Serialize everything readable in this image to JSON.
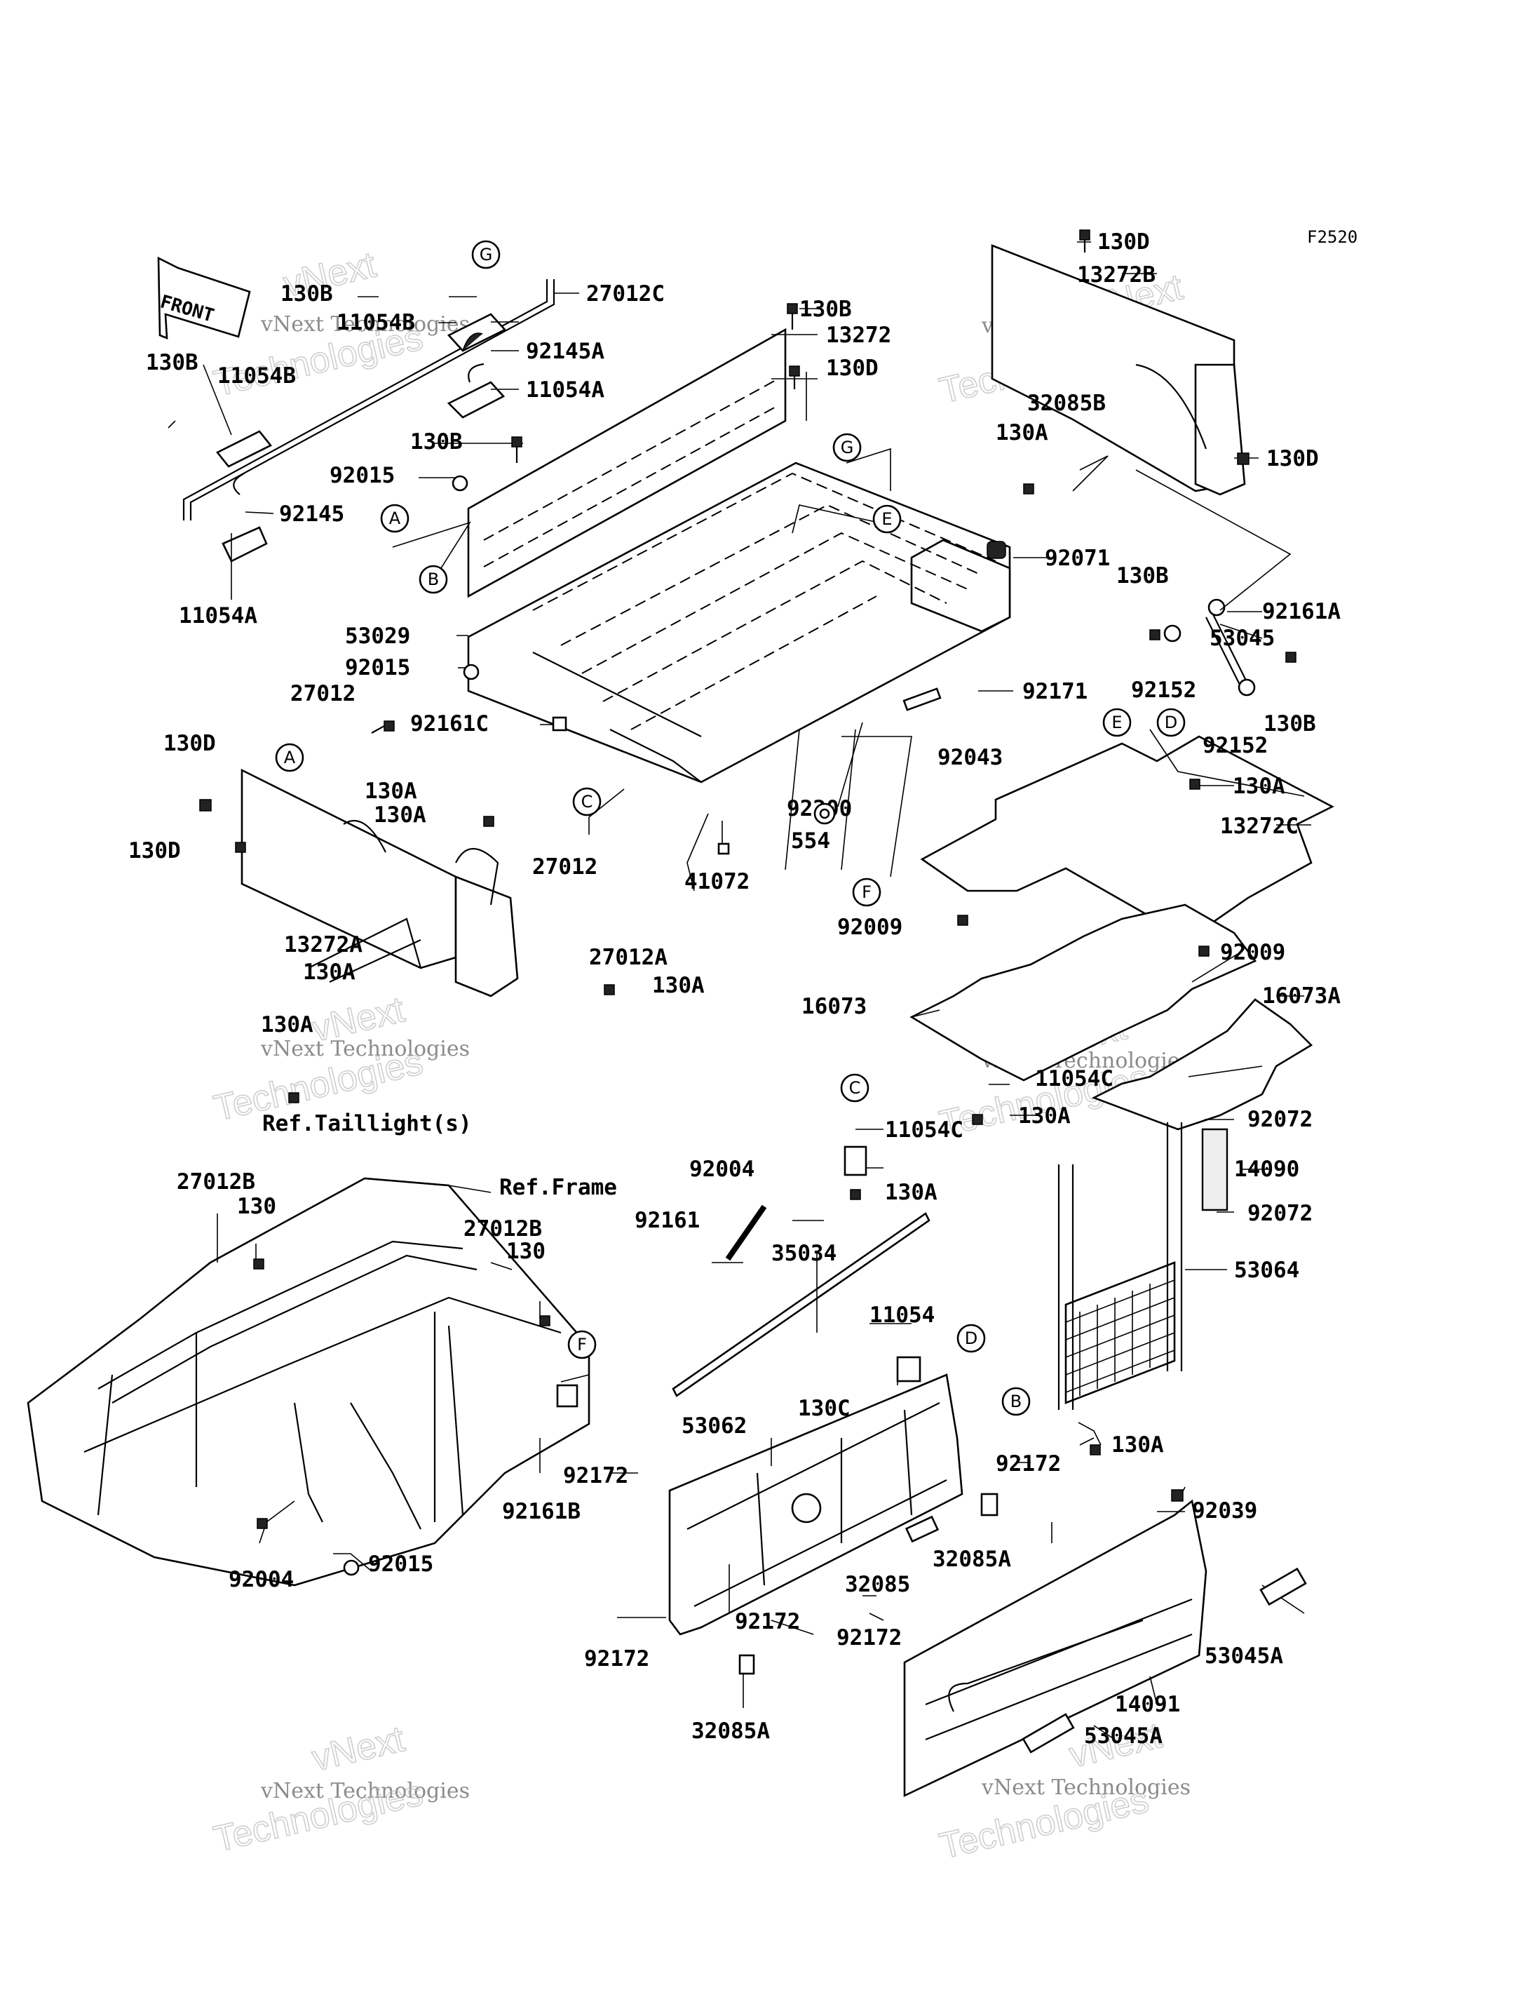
{
  "diagram": {
    "id_code": "F2520",
    "front_arrow": "FRONT",
    "watermark_small": "vNext Technologies",
    "watermark_big": "Technologies",
    "watermark_top": "vNext"
  },
  "callouts": [
    "A",
    "B",
    "C",
    "D",
    "E",
    "F",
    "G",
    "A",
    "C",
    "E",
    "F",
    "D",
    "B",
    "G"
  ],
  "labels": [
    "27012C",
    "130B",
    "11054B",
    "92145A",
    "11054A",
    "130B",
    "11054B",
    "92145",
    "11054A",
    "130B",
    "13272",
    "130D",
    "130B",
    "92015",
    "53029",
    "92015",
    "92161C",
    "27012",
    "130D",
    "130A",
    "130A",
    "130D",
    "27012",
    "13272A",
    "27012A",
    "130A",
    "130A",
    "130A",
    "41072",
    "554",
    "92200",
    "92071",
    "92043",
    "92171",
    "92009",
    "130D",
    "13272B",
    "32085B",
    "130A",
    "130D",
    "130B",
    "92161A",
    "53045",
    "92152",
    "92152",
    "130B",
    "130A",
    "13272C",
    "92009",
    "16073",
    "16073A",
    "11054C",
    "130A",
    "11054C",
    "92004",
    "130A",
    "92161",
    "35034",
    "92072",
    "14090",
    "92072",
    "53064",
    "130A",
    "11054",
    "130C",
    "53062",
    "92172",
    "92172",
    "92172",
    "32085A",
    "32085",
    "92172",
    "92172",
    "32085A",
    "92039",
    "14091",
    "53045A",
    "53045A",
    "27012B",
    "130",
    "27012B",
    "130",
    "92161B",
    "92004",
    "92015"
  ],
  "refs": [
    "Ref.Taillight(s)",
    "Ref.Frame"
  ]
}
